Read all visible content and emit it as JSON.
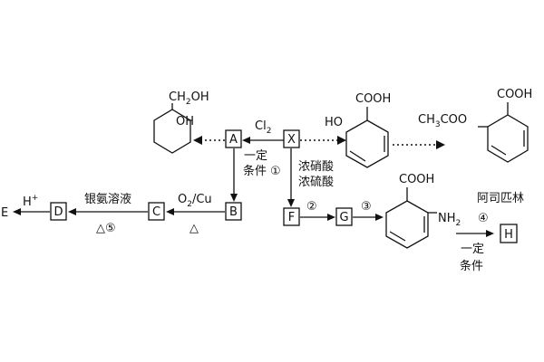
{
  "boxes": {
    "A": "A",
    "X": "X",
    "B": "B",
    "C": "C",
    "D": "D",
    "F": "F",
    "G": "G",
    "H": "H"
  },
  "free": {
    "E": "E",
    "H_plus": "H"
  },
  "struct": {
    "ch2oh": "CH",
    "ch2oh_sub": "2",
    "ch2oh_tail": "OH",
    "oh_ring": "OH",
    "cooh_sal": "COOH",
    "ho_sal": "HO",
    "ch3coo": "CH",
    "ch3coo_sub": "3",
    "ch3coo_tail": "COO",
    "cooh_asp": "COOH",
    "cooh_anth": "COOH",
    "nh2": "NH",
    "nh2_sub": "2"
  },
  "conditions": {
    "cl2": "Cl",
    "cl2_sub": "2",
    "yiding1": "一定",
    "tiaojian1": "条件",
    "step1": "①",
    "nitric": "浓硝酸",
    "sulfuric": "浓硫酸",
    "step2": "②",
    "step3": "③",
    "step4": "④",
    "o2cu_o": "O",
    "o2cu_sub": "2",
    "o2cu_cu": "/Cu",
    "heat": "△",
    "silver": "银氨溶液",
    "heat5": "△⑤",
    "yiding2": "一定",
    "tiaojian2": "条件",
    "aspirin": "阿司匹林"
  }
}
